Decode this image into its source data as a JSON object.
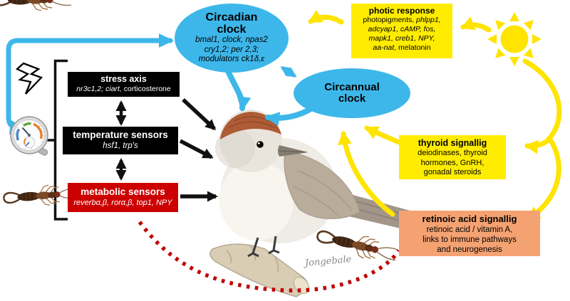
{
  "clocks": {
    "circadian": {
      "title1": "Circadian",
      "title2": "clock",
      "genes": [
        "bmal1, clock, npas2",
        "cry1,2; per 2,3;",
        "modulators ck1δ,ε"
      ]
    },
    "circannual": {
      "title1": "Circannual",
      "title2": "clock"
    }
  },
  "boxes": {
    "photic": {
      "title": "photic response",
      "line1_normal": "photopigments, ",
      "line1_italic": "phlpp1,",
      "line2_italic": "adcyap1, cAMP, fos,",
      "line3_italic": "mapk1, creb1, NPY,",
      "line4_italic": "aa-nat",
      "line4_normal": ", melatonin"
    },
    "stress": {
      "title": "stress axis",
      "genes_italic": "nr3c1,2; ciart,",
      "rest_normal": " corticosterone"
    },
    "temperature": {
      "title": "temperature sensors",
      "genes": "hsf1, trp's"
    },
    "metabolic": {
      "title": "metabolic sensors",
      "genes": "reverbα,β, rorα,β, top1, NPY"
    },
    "thyroid": {
      "title": "thyroid signallig",
      "lines": [
        "deiodinases, thyroid",
        "hormones, GnRH,",
        "gonadal steroids"
      ]
    },
    "retinoic": {
      "title": "retinoic acid signallig",
      "lines": [
        "retinoic acid / vitamin A,",
        "links to immune pathways",
        "and neurogenesis"
      ]
    }
  },
  "signature": "Jongebale",
  "icons": {
    "sun": "sun",
    "lightning": "lightning bolt",
    "gauge": "thermometer-hygrometer dial",
    "earwig": "earwig insect",
    "bird": "blackcap songbird on branch"
  },
  "colors": {
    "clock_blue": "#3db7ea",
    "box_yellow": "#ffec00",
    "box_black": "#000000",
    "box_red": "#cc0000",
    "box_orange": "#f5a272",
    "arrow_yellow": "#ffe400",
    "arrow_blue": "#3db7ea",
    "arrow_black": "#111111",
    "dotted_red": "#c00000"
  }
}
